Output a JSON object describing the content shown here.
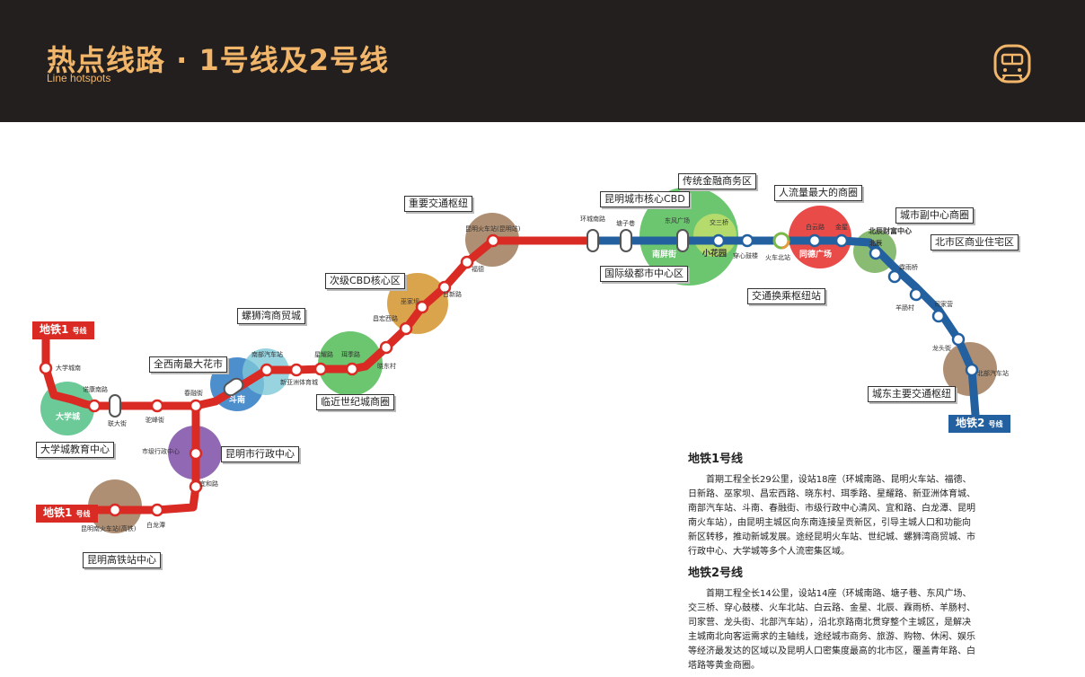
{
  "header": {
    "title": "热点线路 · 1号线及2号线",
    "subtitle": "Line hotspots",
    "icon": "metro-train-icon"
  },
  "colors": {
    "line1": "#d92b24",
    "line2": "#2360a0",
    "header_bg": "#231f1e",
    "accent": "#f2b66b"
  },
  "badges": {
    "line1_top": "地铁1",
    "line1_bottom": "地铁1",
    "line2": "地铁2",
    "suffix": "号线"
  },
  "callouts": {
    "hub_station": "重要交通枢纽",
    "kunming_cbd": "昆明城市核心CBD",
    "finance": "传统金融商务区",
    "busiest": "人流量最大的商圈",
    "city_sub_center": "城市副中心商圈",
    "north_residential": "北市区商业住宅区",
    "intl_center": "国际级都市中心区",
    "transfer_hub": "交通换乘枢纽站",
    "secondary_cbd": "次级CBD核心区",
    "luoshi": "螺狮湾商贸城",
    "flower_market": "全西南最大花市",
    "century": "临近世纪城商圈",
    "gov_center": "昆明市行政中心",
    "university": "大学城教育中心",
    "hsr_center": "昆明高铁站中心",
    "east_hub": "城东主要交通枢纽"
  },
  "districts": {
    "nanpingjie": "南屏街",
    "xiaohuayuan": "小花园",
    "tongde": "同德广场",
    "beichen": "北辰财富中心",
    "doumen": "斗南",
    "xinghai": "星耀路",
    "daxuecheng": "大学城"
  },
  "stations": {
    "line1": [
      {
        "name": "大学城南"
      },
      {
        "name": "诺康南路"
      },
      {
        "name": "联大街"
      },
      {
        "name": "驼峰街"
      },
      {
        "name": "春融街"
      },
      {
        "name": "斗南"
      },
      {
        "name": "南部汽车站"
      },
      {
        "name": "新亚洲体育城"
      },
      {
        "name": "星耀路"
      },
      {
        "name": "珥季路"
      },
      {
        "name": "晓东村"
      },
      {
        "name": "昌宏西路"
      },
      {
        "name": "巫家坝"
      },
      {
        "name": "日新路"
      },
      {
        "name": "福德"
      },
      {
        "name": "昆明火车站(昆明站)"
      },
      {
        "name": "市级行政中心"
      },
      {
        "name": "宜和路"
      },
      {
        "name": "白龙潭"
      },
      {
        "name": "昆明南火车站(高铁)"
      }
    ],
    "line2": [
      {
        "name": "环城南路"
      },
      {
        "name": "塘子巷"
      },
      {
        "name": "东风广场"
      },
      {
        "name": "交三桥"
      },
      {
        "name": "穿心鼓楼"
      },
      {
        "name": "火车北站"
      },
      {
        "name": "白云路"
      },
      {
        "name": "金星"
      },
      {
        "name": "北辰"
      },
      {
        "name": "霖雨桥"
      },
      {
        "name": "羊肠村"
      },
      {
        "name": "司家营"
      },
      {
        "name": "龙头街"
      },
      {
        "name": "北部汽车站"
      }
    ]
  },
  "descriptions": [
    {
      "title": "地铁1号线",
      "body": "首期工程全长29公里，设站18座（环城南路、昆明火车站、福德、日新路、巫家坝、昌宏西路、晓东村、珥季路、星耀路、新亚洲体育城、南部汽车站、斗南、春融街、市级行政中心清风、宜和路、白龙潭、昆明南火车站），由昆明主城区向东南连接呈贡新区，引导主城人口和功能向新区转移，推动新城发展。途经昆明火车站、世纪城、螺狮湾商贸城、市行政中心、大学城等多个人流密集区域。"
    },
    {
      "title": "地铁2号线",
      "body": "首期工程全长14公里，设站14座（环城南路、塘子巷、东风广场、交三桥、穿心鼓楼、火车北站、白云路、金星、北辰、霖雨桥、羊肠村、司家营、龙头街、北部汽车站），沿北京路南北贯穿整个主城区，是解决主城南北向客运需求的主轴线，途经城市商务、旅游、购物、休闲、娱乐等经济最发达的区域以及昆明人口密集度最高的北市区，覆盖青年路、白塔路等黄金商圈。"
    }
  ]
}
